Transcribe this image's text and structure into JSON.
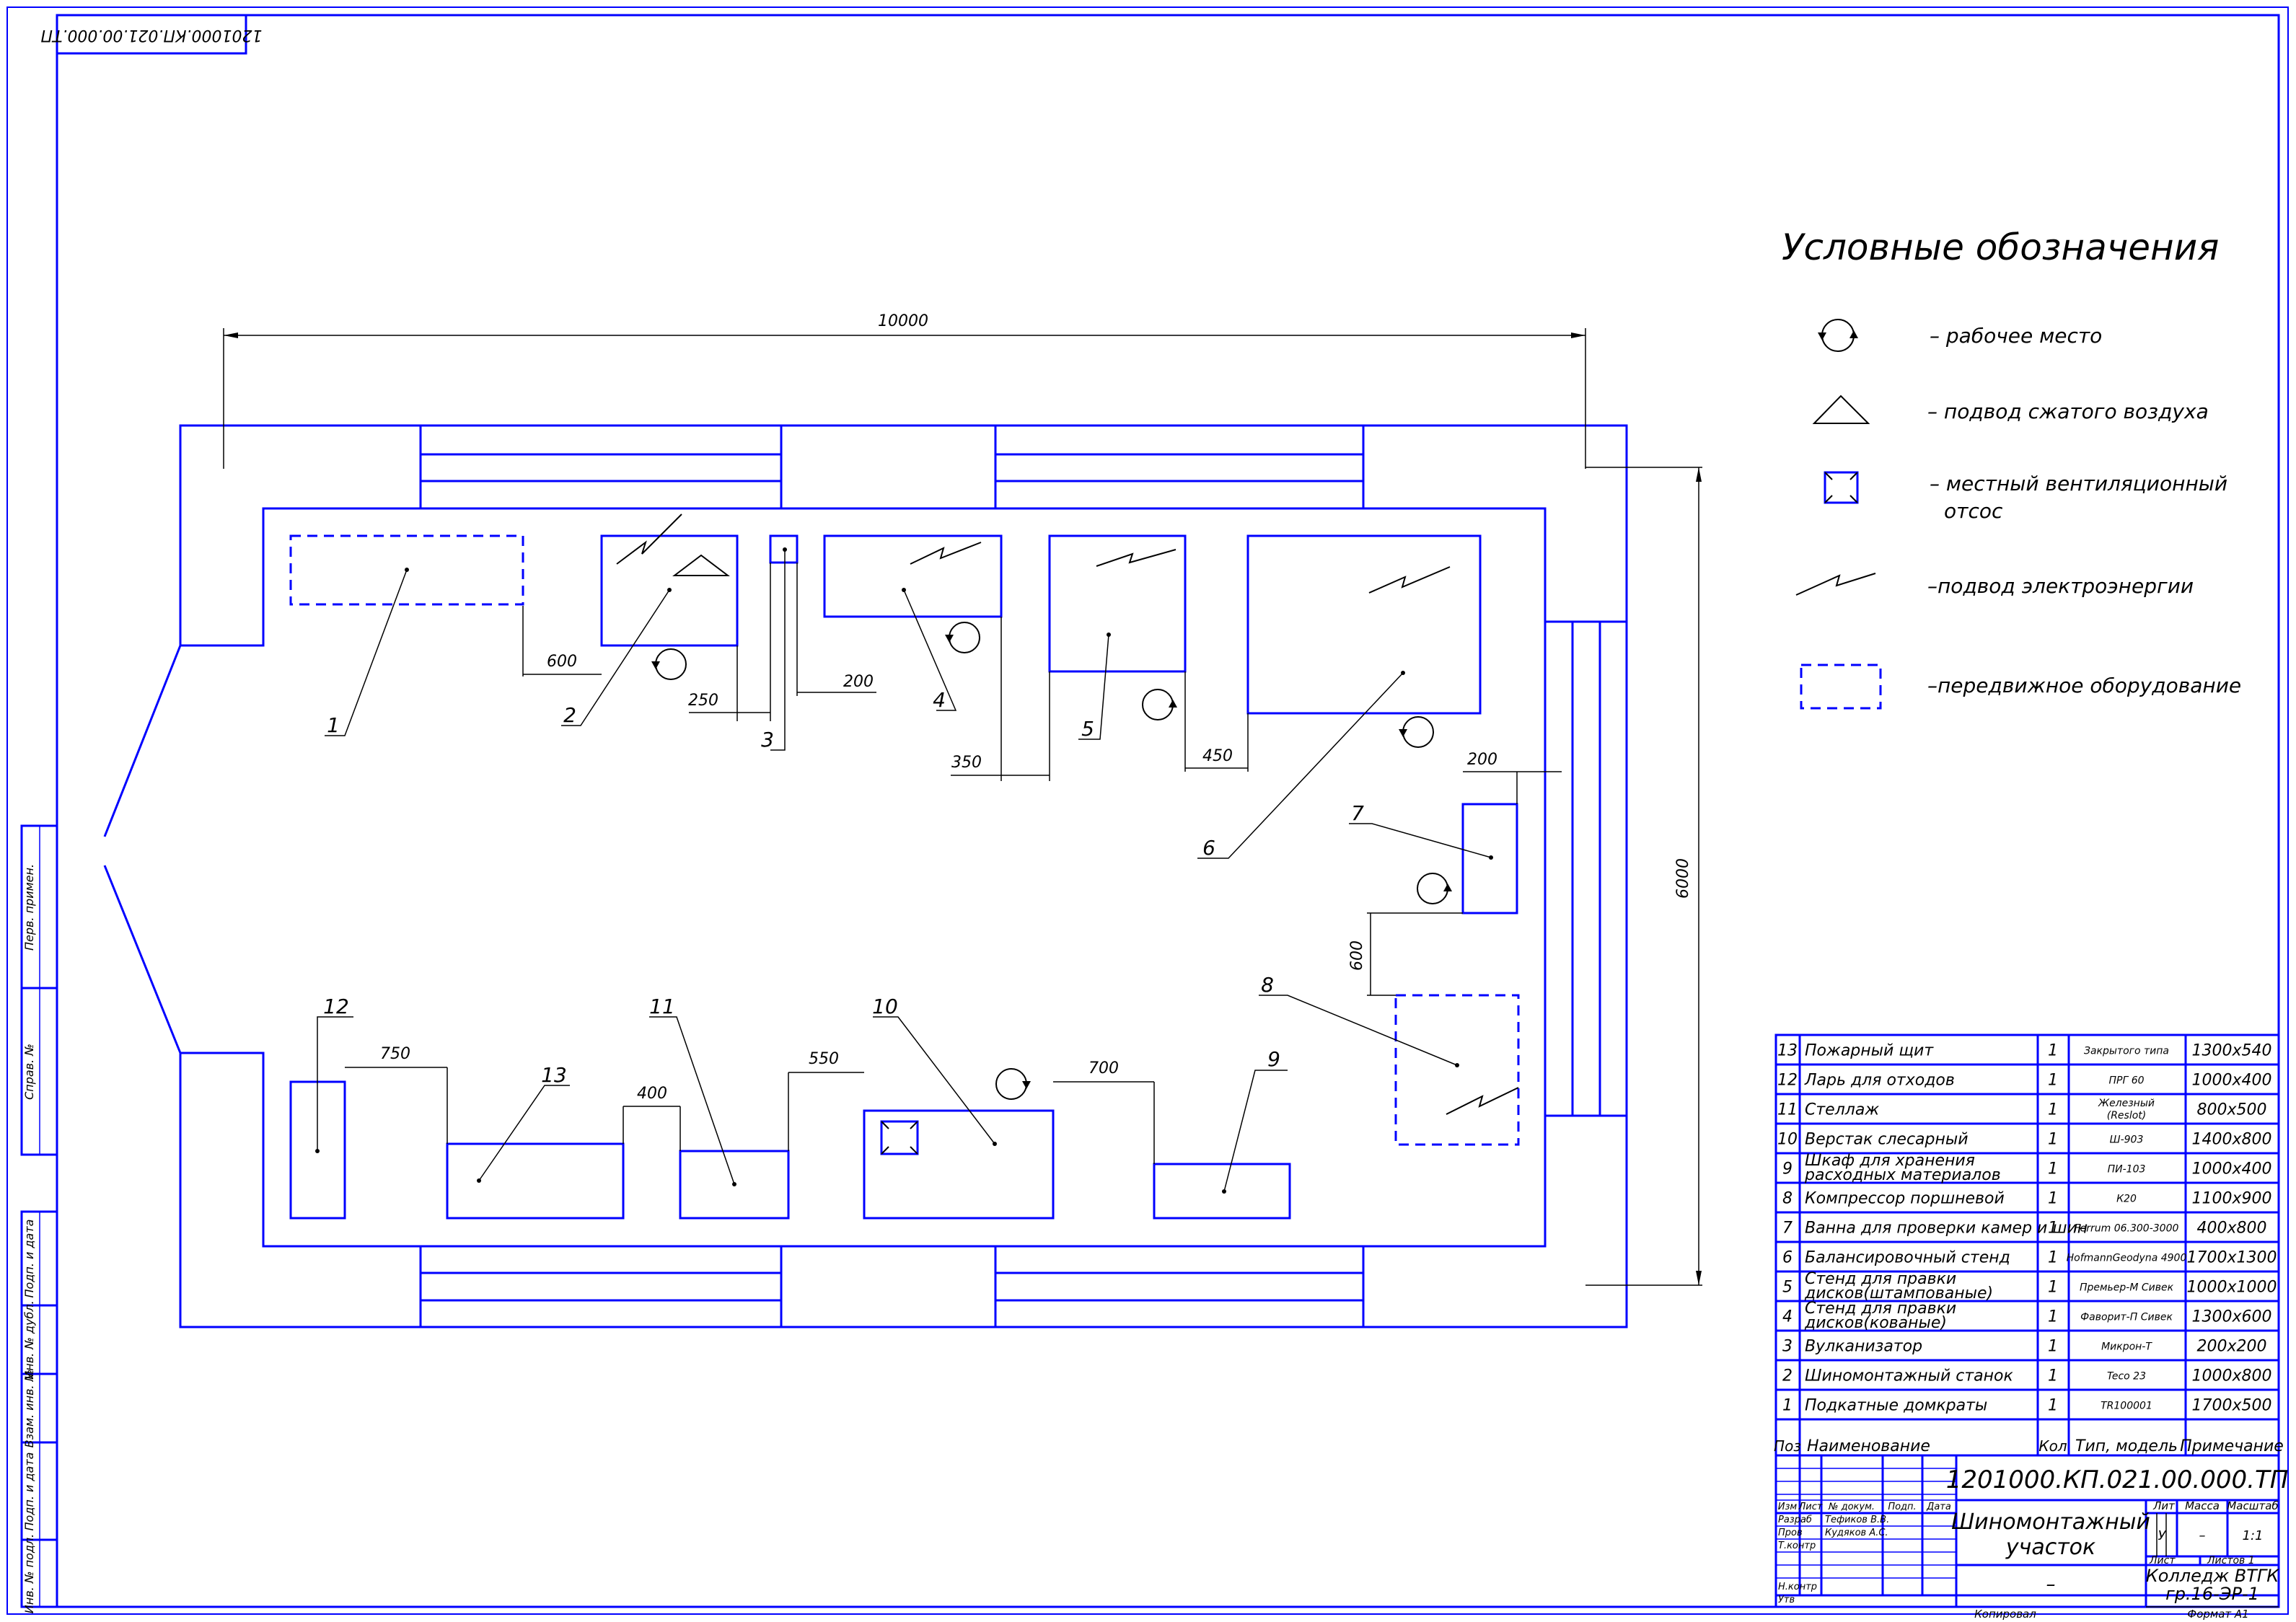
{
  "doc_code": "1201000.КП.021.00.000.ТП",
  "doc_code_stamp": "1201000.КП.021.00.000.ТП",
  "legend": {
    "title": "Условные обозначения",
    "items": [
      {
        "icon": "workplace-icon",
        "label": "– рабочее место"
      },
      {
        "icon": "compressed-air-icon",
        "label": "– подвод сжатого воздуха"
      },
      {
        "icon": "local-ventilation-icon",
        "label_1": "– местный вентиляционный",
        "label_2": "отсос"
      },
      {
        "icon": "power-supply-icon",
        "label": "–подвод электроэнергии"
      },
      {
        "icon": "mobile-equipment-icon",
        "label": "–передвижное оборудование"
      }
    ]
  },
  "plan": {
    "dims": {
      "d10000": "10000",
      "d6000": "6000",
      "d600a": "600",
      "d250": "250",
      "d200a": "200",
      "d350": "350",
      "d450": "450",
      "d200b": "200",
      "d600b": "600",
      "d750": "750",
      "d400": "400",
      "d550": "550",
      "d700": "700"
    },
    "labels": [
      "1",
      "2",
      "3",
      "4",
      "5",
      "6",
      "7",
      "8",
      "9",
      "10",
      "11",
      "12",
      "13"
    ]
  },
  "spec": {
    "header": {
      "pos": "Поз",
      "name": "Наименование",
      "qty": "Кол",
      "model": "Тип, модель",
      "note": "Примечание"
    },
    "rows": [
      {
        "pos": "13",
        "name": "Пожарный щит",
        "qty": "1",
        "model": "Закрытого типа",
        "note": "1300х540"
      },
      {
        "pos": "12",
        "name": "Ларь для отходов",
        "qty": "1",
        "model": "ПРГ 60",
        "note": "1000х400"
      },
      {
        "pos": "11",
        "name": "Стеллаж",
        "qty": "1",
        "model": "Железный (Reslot)",
        "note": "800х500"
      },
      {
        "pos": "10",
        "name": "Верстак слесарный",
        "qty": "1",
        "model": "Ш-903",
        "note": "1400х800"
      },
      {
        "pos": "9",
        "name": "Шкаф для хранения расходных материалов",
        "qty": "1",
        "model": "ПИ-103",
        "note": "1000х400"
      },
      {
        "pos": "8",
        "name": "Компрессор поршневой",
        "qty": "1",
        "model": "К20",
        "note": "1100х900"
      },
      {
        "pos": "7",
        "name": "Ванна для проверки камер и шин",
        "qty": "1",
        "model": "Ferrum 06.300-3000",
        "note": "400х800"
      },
      {
        "pos": "6",
        "name": "Балансировочный стенд",
        "qty": "1",
        "model": "HofmannGeodyna 4900",
        "note": "1700х1300"
      },
      {
        "pos": "5",
        "name": "Стенд для правки дисков(штампованые)",
        "qty": "1",
        "model": "Премьер-М Сивек",
        "note": "1000х1000"
      },
      {
        "pos": "4",
        "name": "Стенд для правки дисков(кованые)",
        "qty": "1",
        "model": "Фаворит-П Сивек",
        "note": "1300х600"
      },
      {
        "pos": "3",
        "name": "Вулканизатор",
        "qty": "1",
        "model": "Микрон-Т",
        "note": "200х200"
      },
      {
        "pos": "2",
        "name": "Шиномонтажный станок",
        "qty": "1",
        "model": "Teco 23",
        "note": "1000х800"
      },
      {
        "pos": "1",
        "name": "Подкатные домкраты",
        "qty": "1",
        "model": "TR100001",
        "note": "1700х500"
      }
    ]
  },
  "title_block": {
    "code": "1201000.КП.021.00.000.ТП",
    "title_1": "Шиномонтажный",
    "title_2": "участок",
    "material": "–",
    "col_headers": [
      "Изм",
      "Лист",
      "№ докум.",
      "Подп.",
      "Дата"
    ],
    "roles": {
      "razrab": "Разраб",
      "razrab_name": "Тефиков В.В.",
      "prov": "Пров",
      "prov_name": "Кудяков А.С.",
      "tkontr": "Т.контр",
      "nkontr": "Н.контр",
      "utv": "Утв"
    },
    "lit": "Лит",
    "mass": "Масса",
    "scale": "Масштаб",
    "lit_value": "У",
    "mass_value": "–",
    "scale_value": "1:1",
    "sheet": "Лист",
    "sheets": "Листов 1",
    "org_1": "Колледж ВТГК",
    "org_2": "гр.16-ЭР-1",
    "copied": "Копировал",
    "format": "Формат А1"
  },
  "side_stamp": {
    "labels": [
      "Перв. примен.",
      "Справ. №",
      "Подп. и дата",
      "Инв. № дубл.",
      "Взам. инв. №",
      "Подп. и дата",
      "Инв. № подл."
    ]
  }
}
